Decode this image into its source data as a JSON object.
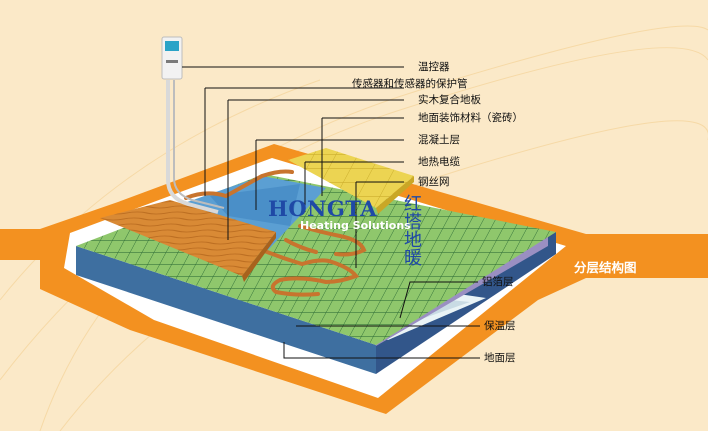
{
  "diagram": {
    "title": "分层结构图",
    "watermark": {
      "brand": "HONGTA",
      "chinese": "红塔 地暖",
      "subtitle": "Heating Solutions"
    },
    "labels": {
      "thermostat": "温控器",
      "sensor": "传感器和传感器的保护管",
      "wood_floor": "实木复合地板",
      "tile": "地面装饰材料（瓷砖）",
      "concrete": "混凝土层",
      "cable": "地热电缆",
      "mesh": "钢丝网",
      "foil": "铝箔层",
      "insulation": "保温层",
      "base": "地面层"
    },
    "colors": {
      "background": "#fbe9c8",
      "orange": "#f39120",
      "mesh_green": "#8fc76c",
      "wood": "#d4802c",
      "tile": "#e8cf48",
      "base_blue": "#3e6fa0",
      "dark_green": "#2f7c4e",
      "pipe_copper": "#c8742e"
    }
  }
}
